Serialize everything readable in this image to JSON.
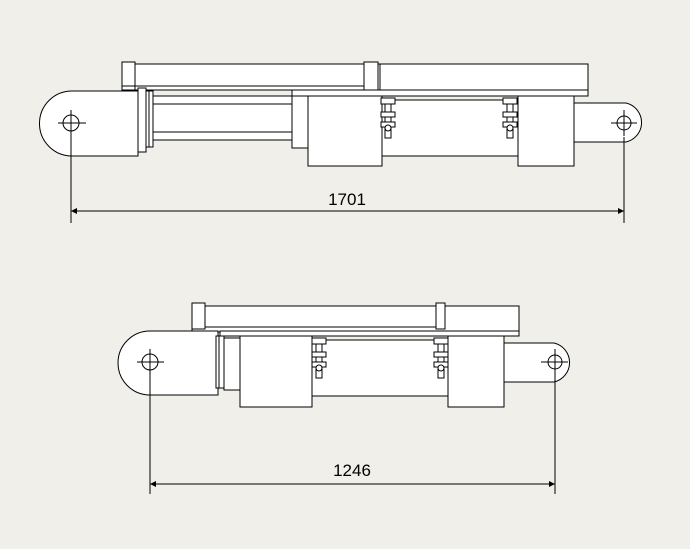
{
  "colors": {
    "background": "#f0efe9",
    "line": "#000000",
    "part_fill": "#ffffff"
  },
  "views": [
    {
      "state": "extended",
      "dimension": {
        "label": "1701"
      }
    },
    {
      "state": "retracted",
      "dimension": {
        "label": "1246"
      }
    }
  ]
}
